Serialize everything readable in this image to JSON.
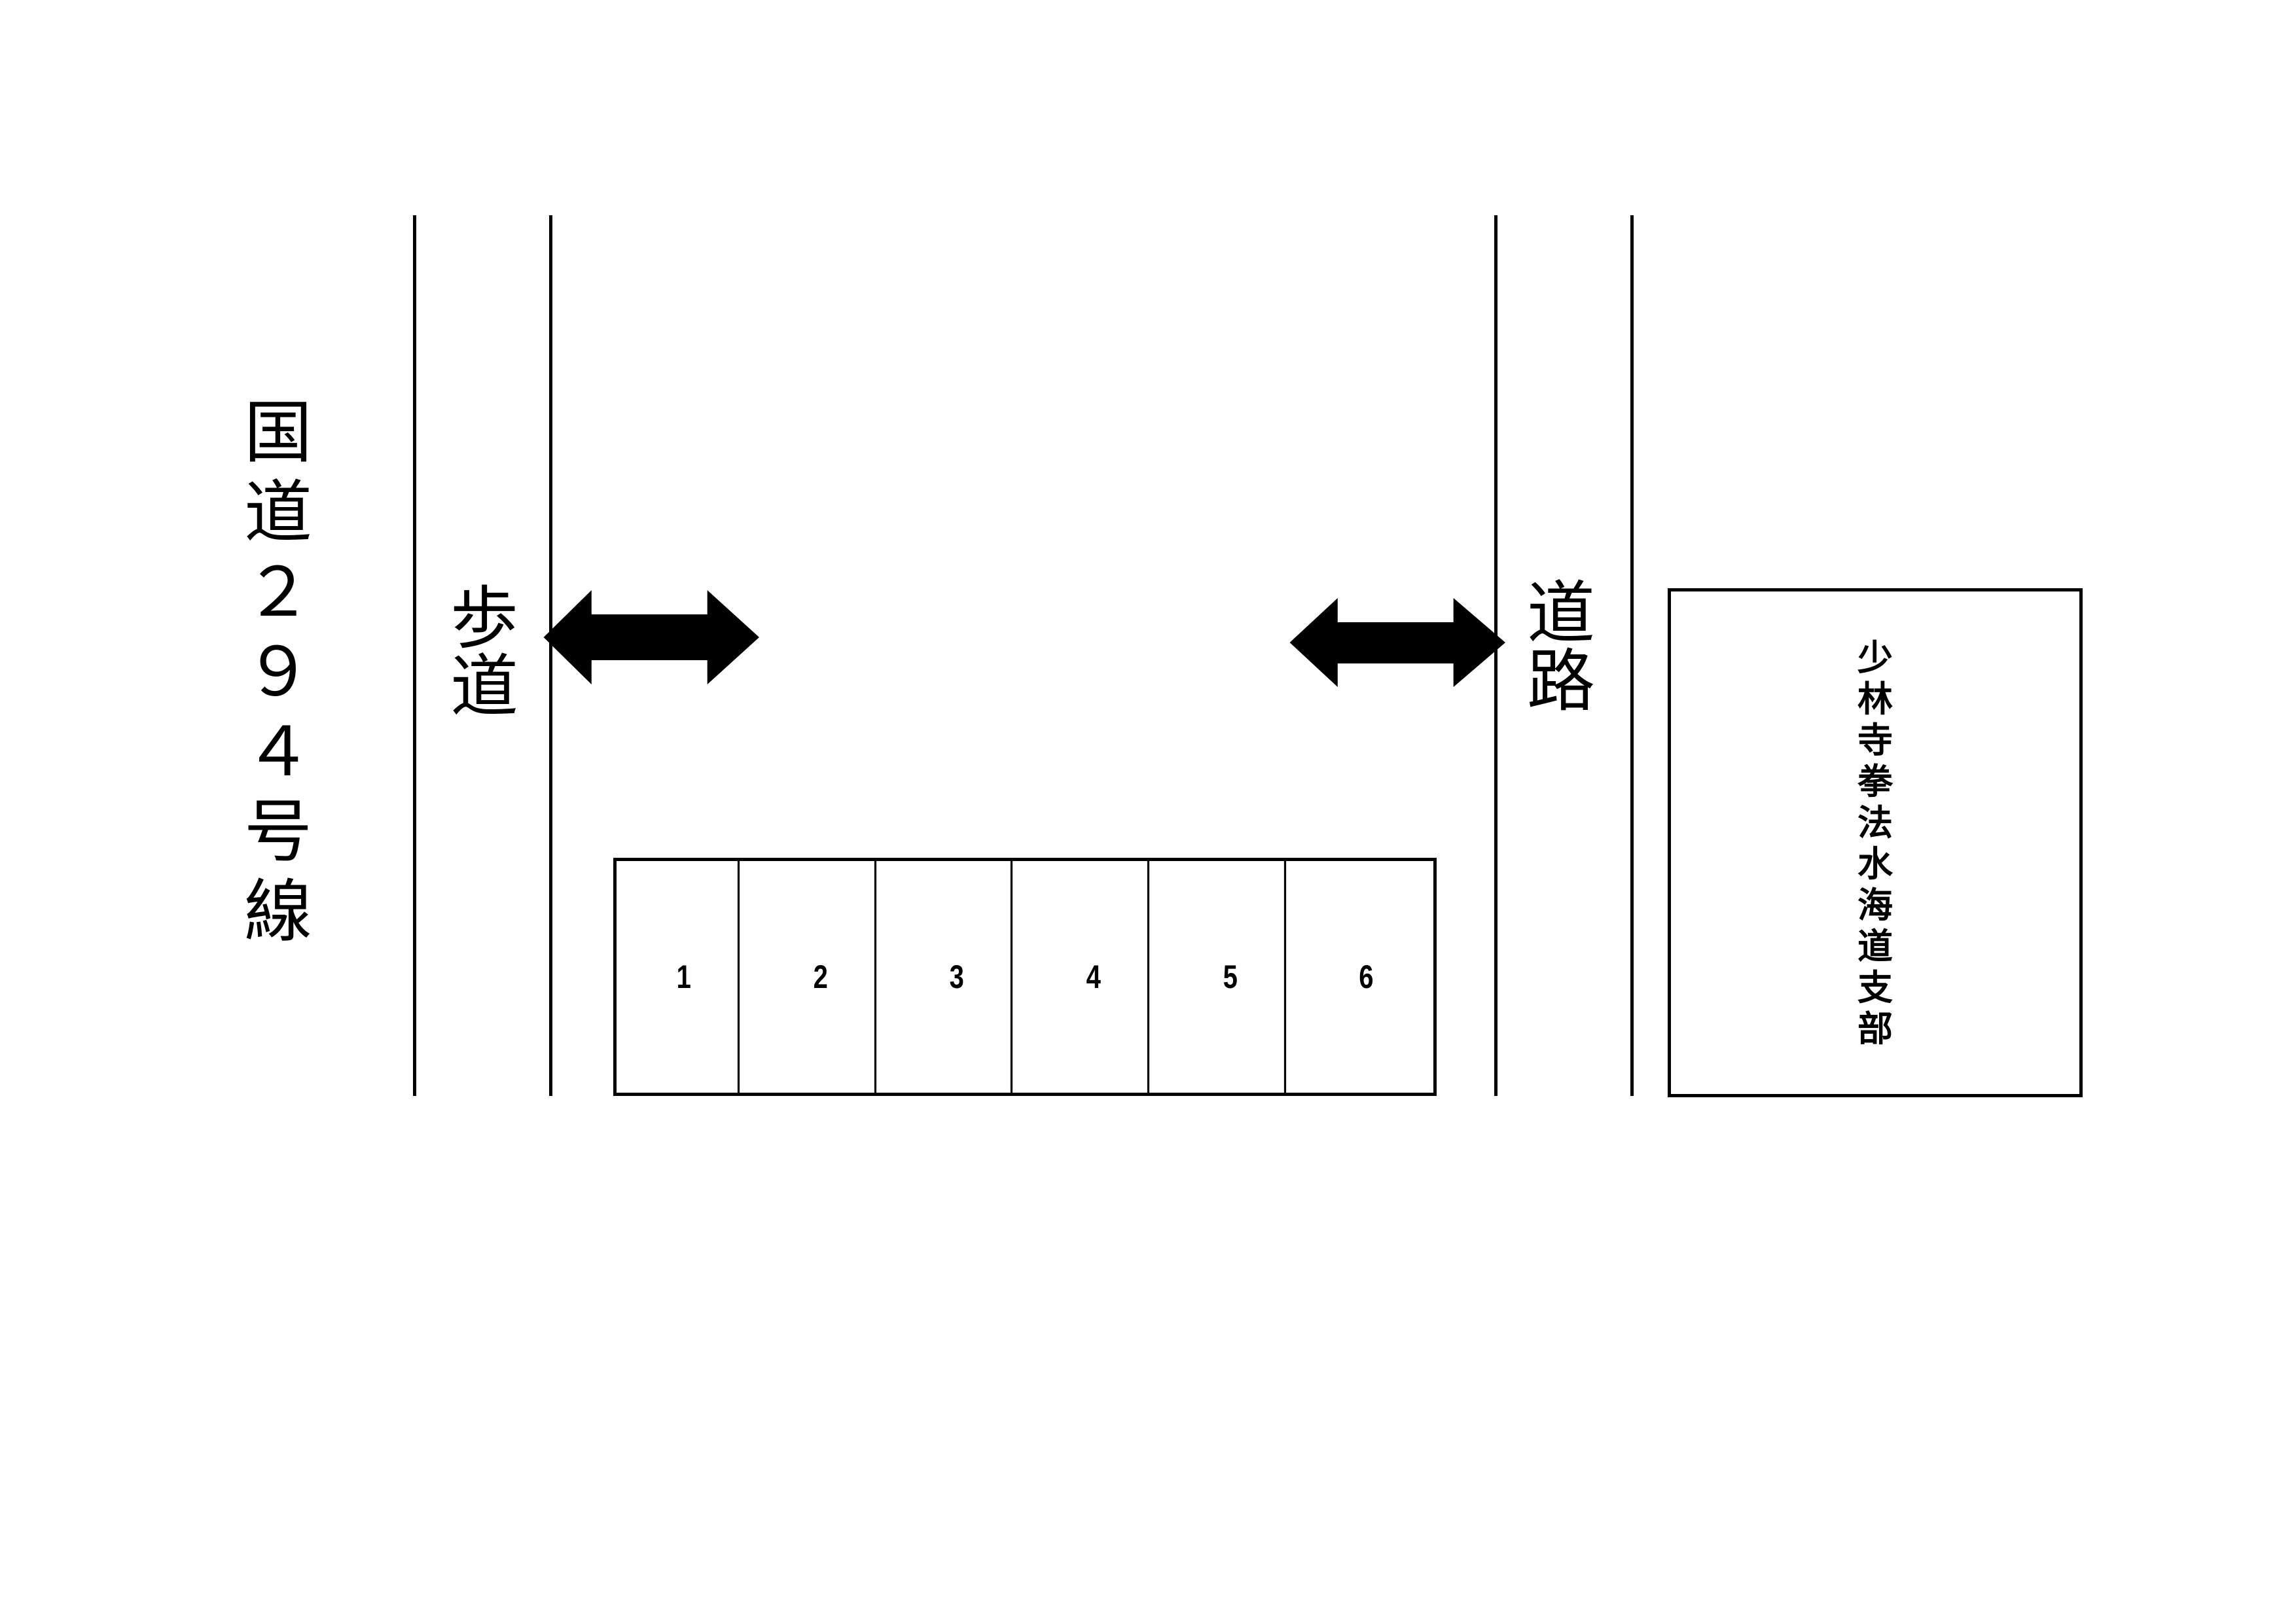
{
  "route_label": [
    "国",
    "道",
    "２",
    "９",
    "４",
    "号",
    "線"
  ],
  "sidewalk_label": [
    "歩",
    "道"
  ],
  "road_label": [
    "道",
    "路"
  ],
  "building": {
    "label": [
      "少",
      "林",
      "寺",
      "拳",
      "法",
      "水",
      "海",
      "道",
      "支",
      "部"
    ]
  },
  "parking": {
    "slots": [
      "1",
      "2",
      "3",
      "4",
      "5",
      "6"
    ]
  },
  "arrows": [
    {
      "name": "left-access-arrow",
      "direction": "bidirectional"
    },
    {
      "name": "right-access-arrow",
      "direction": "bidirectional"
    }
  ],
  "colors": {
    "line": "#000000",
    "background": "#ffffff"
  }
}
